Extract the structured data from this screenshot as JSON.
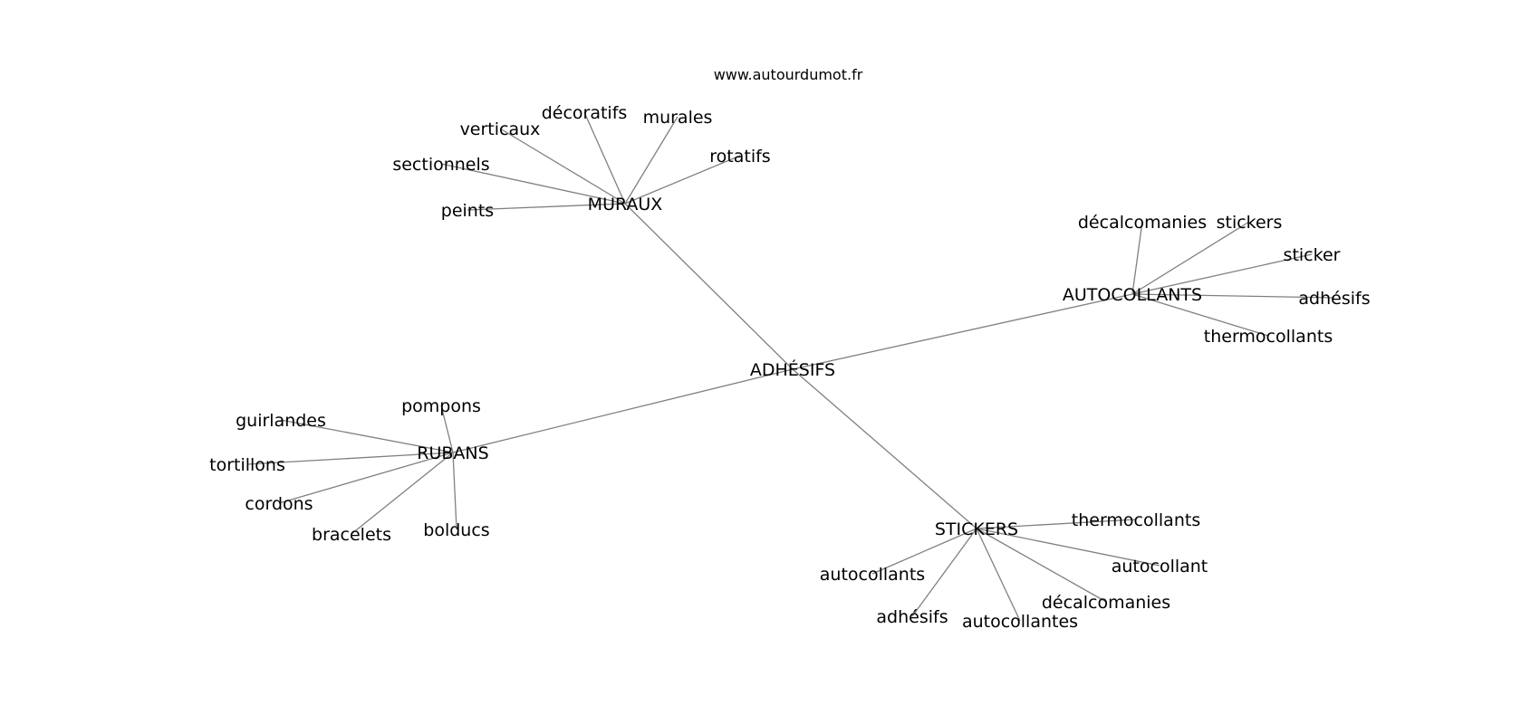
{
  "header": {
    "site": "www.autourdumot.fr"
  },
  "root": {
    "label": "ADHÉSIFS"
  },
  "groups": [
    {
      "id": "muraux",
      "label": "MURAUX",
      "children": [
        "décoratifs",
        "murales",
        "verticaux",
        "rotatifs",
        "sectionnels",
        "peints"
      ]
    },
    {
      "id": "autocollants",
      "label": "AUTOCOLLANTS",
      "children": [
        "décalcomanies",
        "stickers",
        "sticker",
        "adhésifs",
        "thermocollants"
      ]
    },
    {
      "id": "rubans",
      "label": "RUBANS",
      "children": [
        "pompons",
        "guirlandes",
        "tortillons",
        "cordons",
        "bracelets",
        "bolducs"
      ]
    },
    {
      "id": "stickers",
      "label": "STICKERS",
      "children": [
        "thermocollants",
        "autocollant",
        "autocollants",
        "décalcomanies",
        "adhésifs",
        "autocollantes"
      ]
    }
  ]
}
